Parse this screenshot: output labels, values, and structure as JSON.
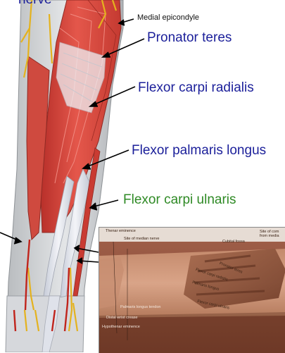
{
  "labels": {
    "top_partial": "nerve",
    "medial_epicondyle": "Medial epicondyle",
    "pronator_teres": "Pronator teres",
    "flexor_carpi_radialis": "Flexor carpi radialis",
    "flexor_palmaris_longus": "Flexor palmaris longus",
    "flexor_carpi_ulnaris": "Flexor carpi ulnaris"
  },
  "photo_labels": {
    "thenar_eminence": "Thenar eminence",
    "site_of_median_nerve": "Site of median nerve",
    "cubital_fossa": "Cubital fossa",
    "site_of_common_flexor": "Site of com\nfrom media",
    "palmaris_longus_tendon": "Palmaris longus tendon",
    "distal_wrist_crease": "Distal wrist crease",
    "hypothenar_eminence": "Hypothenar eminence",
    "pronator_teres": "Pronator teres",
    "flexor_carpi_radialis": "Flexor carpi radialis",
    "palmaris_longus": "Palmaris longus",
    "flexor_carpi_ulnaris": "Flexor carpi ulnaris"
  },
  "colors": {
    "label_blue": "#1b1f9a",
    "label_green": "#2f8a25",
    "muscle_red": "#d9473c",
    "tendon_white": "#e6e8f0",
    "skin_tone": "#c98f6f"
  }
}
